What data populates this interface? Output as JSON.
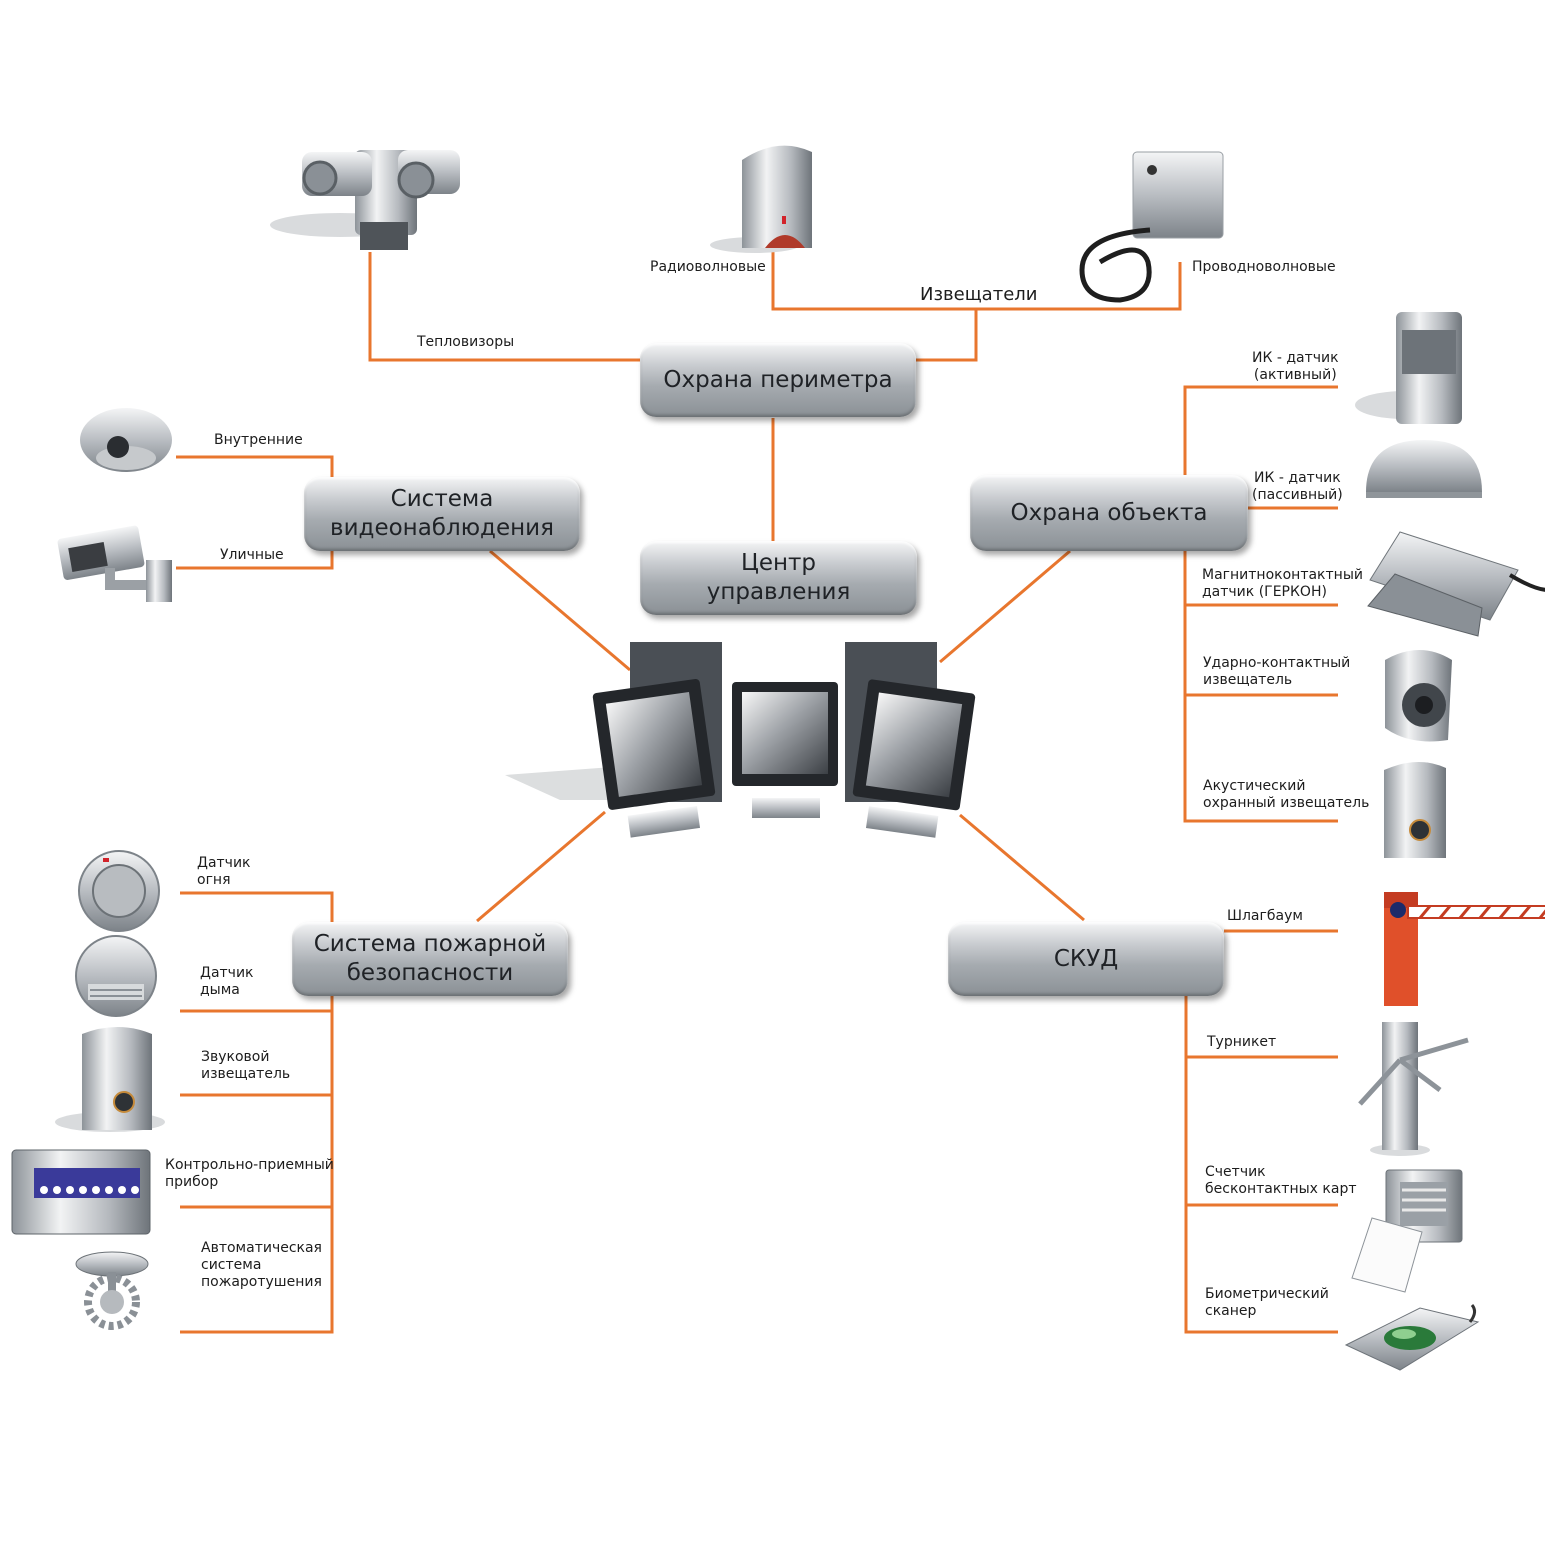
{
  "hubs": {
    "perimeter": "Охрана периметра",
    "video": [
      "Система",
      "видеонаблюдения"
    ],
    "center": [
      "Центр",
      "управления"
    ],
    "object": "Охрана объекта",
    "fire": [
      "Система пожарной",
      "безопасности"
    ],
    "skud": "СКУД"
  },
  "perimeter": {
    "thermal": "Тепловизоры",
    "detectors": "Извещатели",
    "radio": "Радиоволновые",
    "wire": "Проводноволновые"
  },
  "video": {
    "internal": "Внутренние",
    "outdoor": "Уличные"
  },
  "object": {
    "ir_active": [
      "ИК - датчик",
      "(активный)"
    ],
    "ir_passive": [
      "ИК - датчик",
      "(пассивный)"
    ],
    "magnetic": [
      "Магнитноконтактный",
      "датчик (ГЕРКОН)"
    ],
    "shock": [
      "Ударно-контактный",
      "извещатель"
    ],
    "acoustic": [
      "Акустический",
      "охранный извещатель"
    ]
  },
  "fire": {
    "flame": [
      "Датчик",
      "огня"
    ],
    "smoke": [
      "Датчик",
      "дыма"
    ],
    "sound": [
      "Звуковой",
      "извещатель"
    ],
    "panel": [
      "Контрольно-приемный",
      "прибор"
    ],
    "extinguish": [
      "Автоматическая",
      "система",
      "пожаротушения"
    ]
  },
  "skud": {
    "barrier": "Шлагбаум",
    "turnstile": "Турникет",
    "card_reader": [
      "Счетчик",
      "бесконтактных карт"
    ],
    "biometric": [
      "Биометрический",
      "сканер"
    ]
  },
  "colors": {
    "connector": "#e8762e",
    "hub_text": "#1f2226",
    "panel_led": "#3a3a9a",
    "barrier_red": "#e0502a"
  }
}
